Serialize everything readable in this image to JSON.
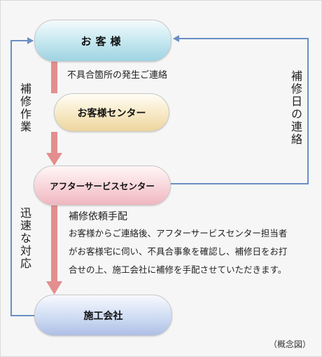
{
  "nodes": {
    "customer": "お客様",
    "customer_center": "お客様センター",
    "after_service_center": "アフターサービスセンター",
    "contractor": "施工会社"
  },
  "edge_labels": {
    "defect_report": "不具合箇所の発生ご連絡",
    "repair_arrangement": "補修依頼手配",
    "repair_work": "補修作業",
    "quick_response": "迅速な対応",
    "repair_date_contact": "補修日の連絡"
  },
  "description": [
    "お客様からご連絡後、アフターサービスセンター担当者",
    "がお客様宅に伺い、不具合事象を確認し、補修日をお打",
    "合せの上、施工会社に補修を手配させていただきます。"
  ],
  "caption": "（概念図）",
  "colors": {
    "flow_arrow": "#e48e8e",
    "feedback_line": "#6a8fc4"
  }
}
